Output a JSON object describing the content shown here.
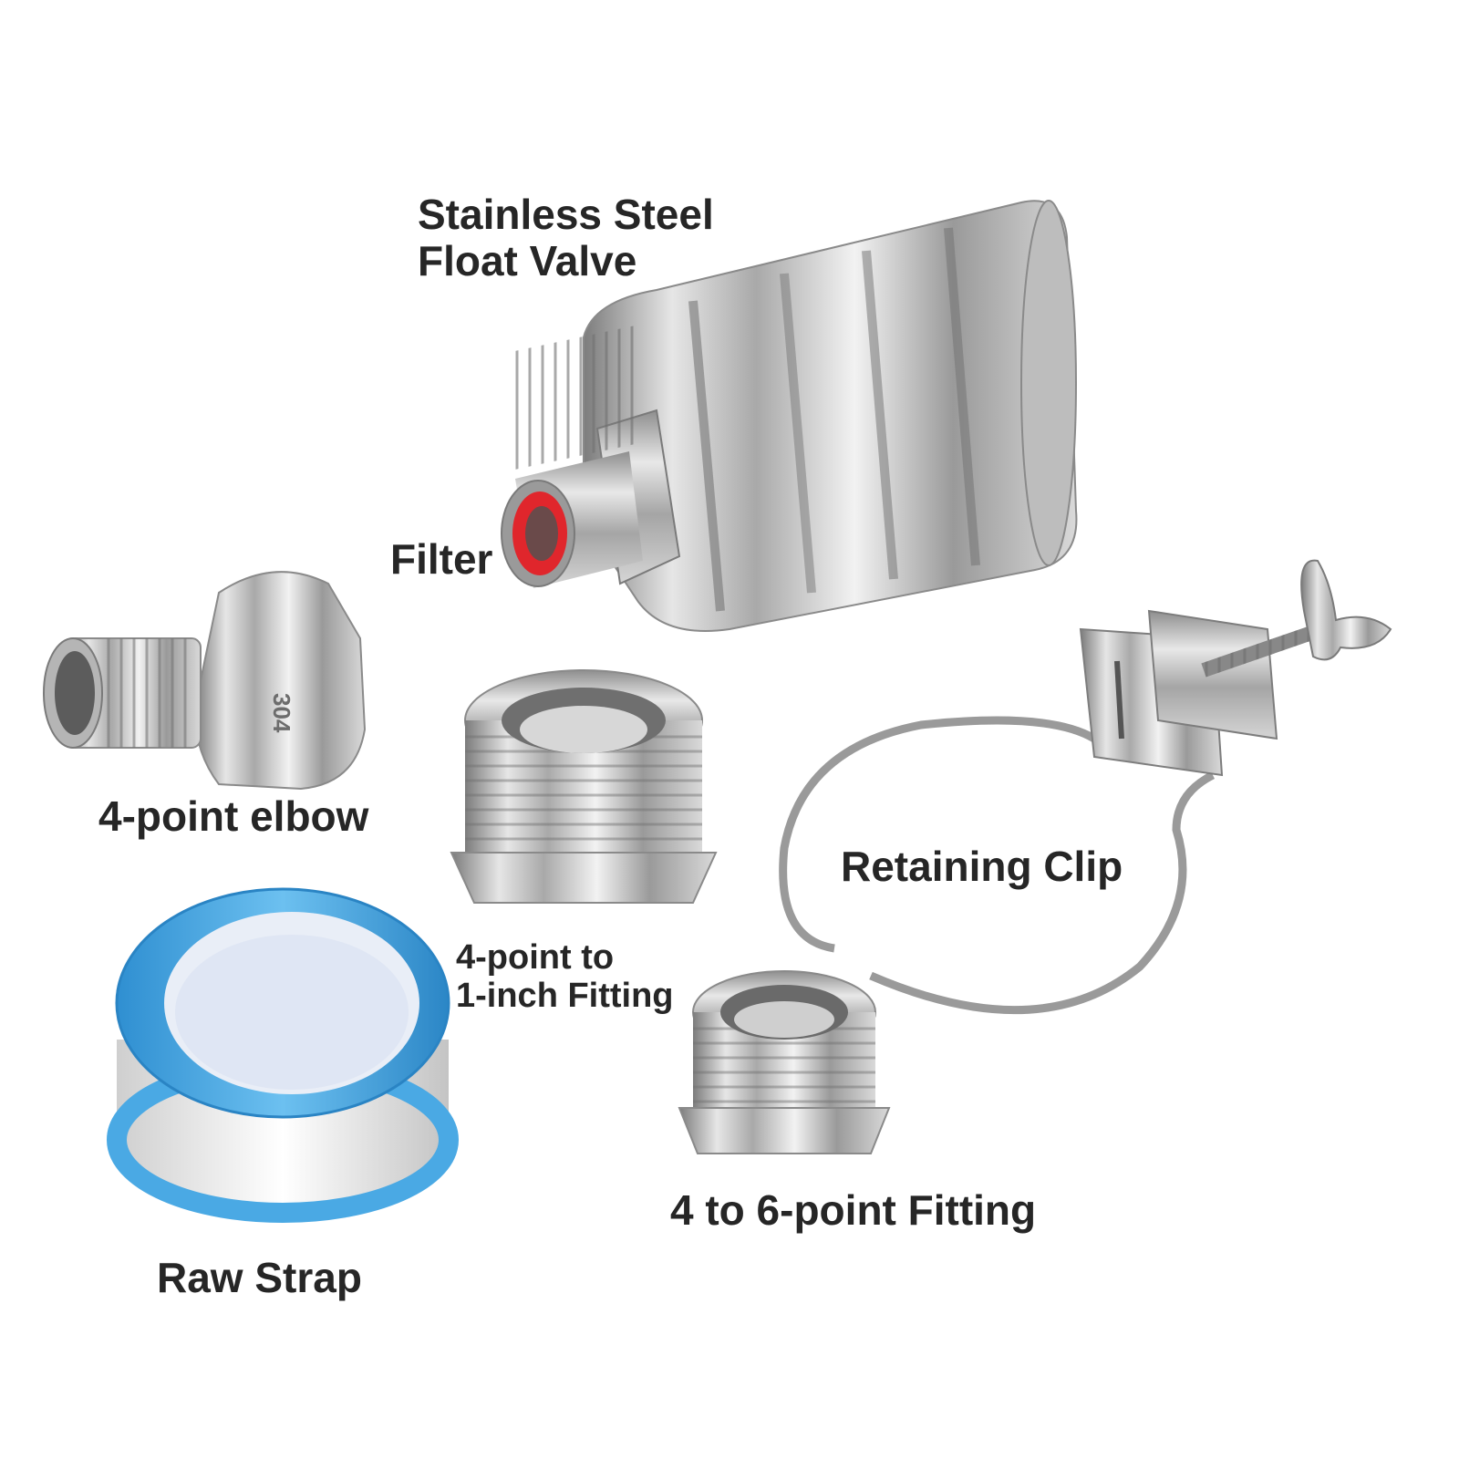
{
  "labels": {
    "float_valve": [
      "Stainless Steel",
      "Float Valve"
    ],
    "filter": "Filter",
    "elbow": "4-point elbow",
    "elbow_marking": "304",
    "retaining_clip": "Retaining Clip",
    "fitting_1inch": [
      "4-point to",
      "1-inch Fitting"
    ],
    "raw_strap": "Raw Strap",
    "fitting_4to6": "4 to 6-point Fitting"
  },
  "colors": {
    "steel": "#c8c8c8",
    "filter_red": "#e0262c",
    "tape_blue": "#3fa7e6",
    "text": "#262626"
  }
}
